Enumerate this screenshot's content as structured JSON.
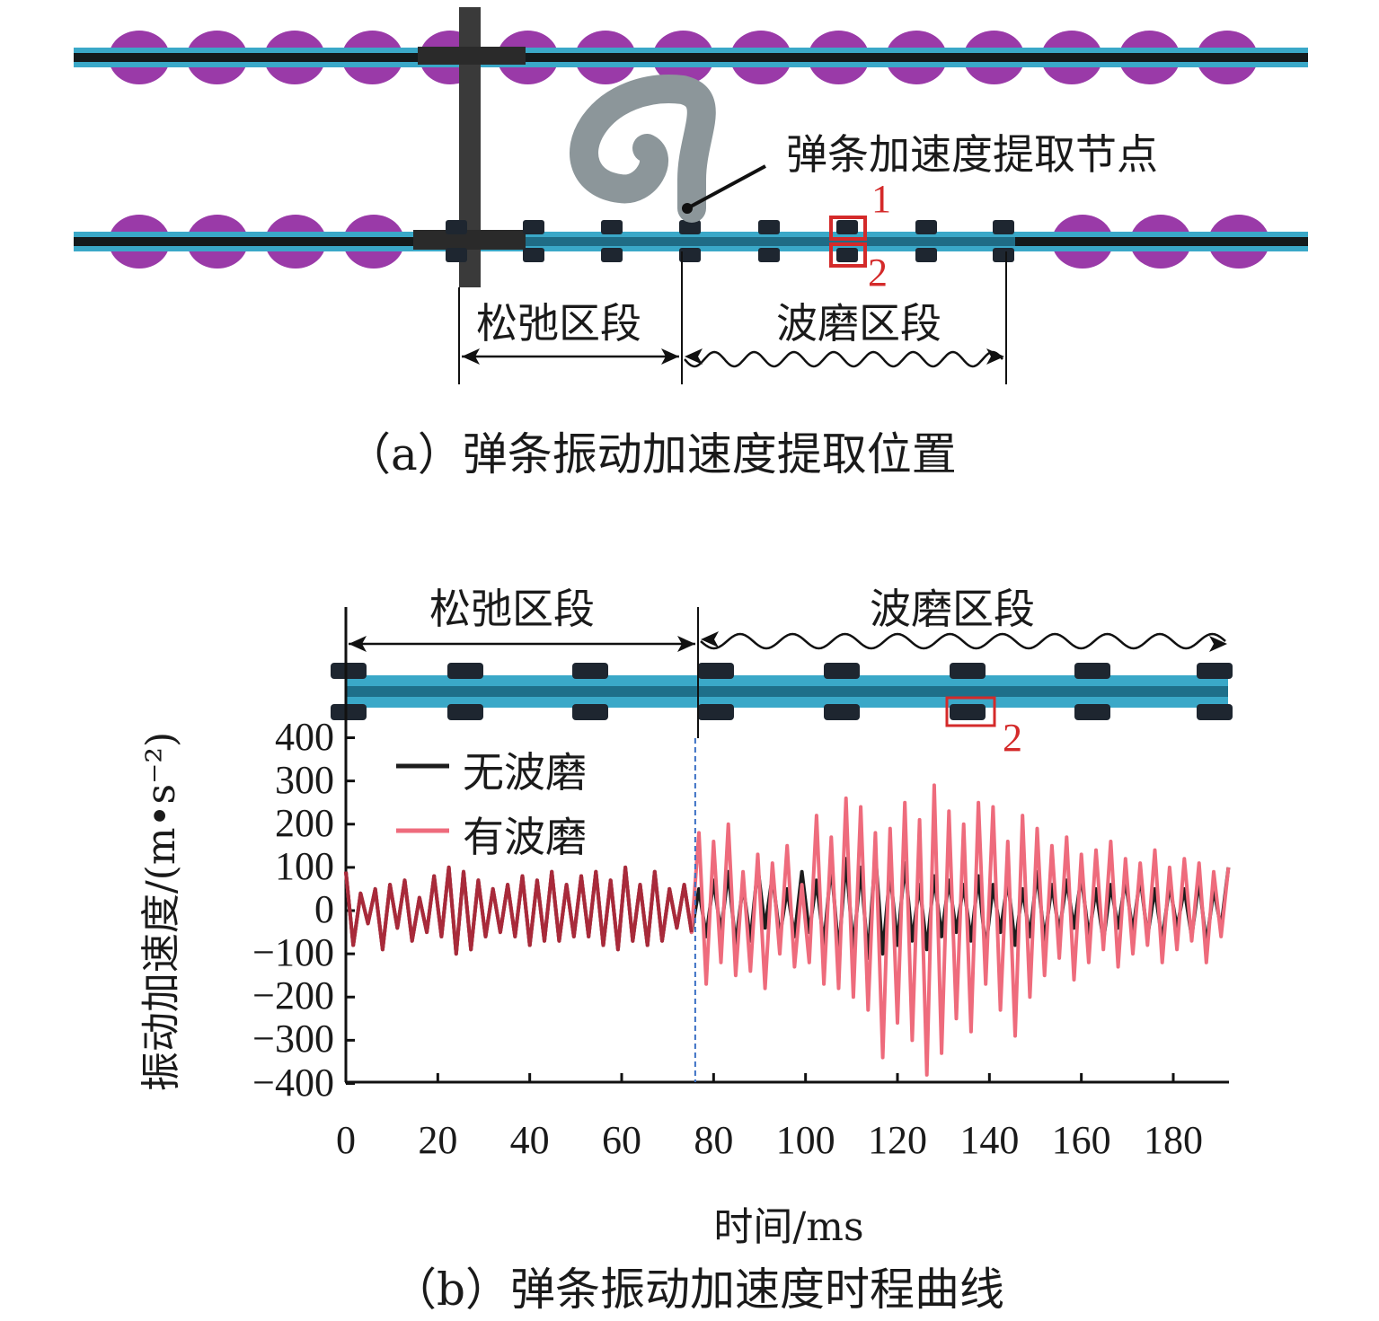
{
  "panel_a": {
    "node_label": "弹条加速度提取节点",
    "marker_1": "1",
    "marker_2": "2",
    "loose_section": "松弛区段",
    "corrugation_section": "波磨区段",
    "caption": "（a）弹条振动加速度提取位置"
  },
  "panel_b": {
    "loose_section": "松弛区段",
    "corrugation_section": "波磨区段",
    "marker_2": "2",
    "caption": "（b）弹条振动加速度时程曲线"
  },
  "colors": {
    "no_wear": "#1c1c1c",
    "with_wear": "#ee6b7c",
    "overlap": "#a82a3a",
    "divider": "#3a6fc4",
    "marker": "#d42a2a",
    "rail": "#3aa8c8",
    "sleeper": "#9a3aa8"
  },
  "chart_data": {
    "type": "line",
    "title": "",
    "xlabel": "时间/ms",
    "ylabel": "振动加速度/(m•s⁻²)",
    "xlim": [
      0,
      192
    ],
    "ylim": [
      -400,
      400
    ],
    "x_ticks": [
      "0",
      "20",
      "40",
      "60",
      "80",
      "100",
      "120",
      "140",
      "160",
      "180"
    ],
    "y_ticks": [
      "400",
      "300",
      "200",
      "100",
      "0",
      "−100",
      "−200",
      "−300",
      "−400"
    ],
    "x_start": 0,
    "x_step": 1.6,
    "divider_x": 76,
    "legend_position": "top-left",
    "series": [
      {
        "name": "无波磨",
        "values": [
          90,
          -80,
          40,
          -30,
          50,
          -90,
          60,
          -40,
          70,
          -70,
          30,
          -50,
          80,
          -60,
          100,
          -100,
          90,
          -90,
          70,
          -60,
          50,
          -50,
          60,
          -60,
          80,
          -80,
          70,
          -70,
          90,
          -70,
          60,
          -60,
          80,
          -60,
          90,
          -80,
          70,
          -90,
          100,
          -70,
          60,
          -80,
          90,
          -70,
          50,
          -40,
          60,
          -50,
          50,
          -60,
          70,
          -50,
          90,
          -80,
          60,
          -70,
          100,
          -40,
          80,
          -60,
          50,
          -60,
          90,
          -50,
          70,
          -80,
          110,
          -100,
          120,
          -90,
          100,
          -110,
          130,
          -100,
          90,
          -80,
          110,
          -70,
          60,
          -90,
          80,
          -60,
          70,
          -50,
          60,
          -70,
          80,
          -90,
          60,
          -50,
          70,
          -80,
          50,
          -60,
          90,
          -70,
          60,
          -50,
          70,
          -40,
          80,
          -60,
          50,
          -70,
          60,
          -40,
          70,
          -50,
          80,
          -60,
          50,
          -70,
          60,
          -40,
          50,
          -60,
          70,
          -80,
          50,
          -40,
          100
        ]
      },
      {
        "name": "有波磨",
        "values": [
          90,
          -80,
          40,
          -30,
          50,
          -90,
          60,
          -40,
          70,
          -70,
          30,
          -50,
          80,
          -60,
          100,
          -100,
          90,
          -90,
          70,
          -60,
          50,
          -50,
          60,
          -60,
          80,
          -80,
          70,
          -70,
          90,
          -70,
          60,
          -60,
          80,
          -60,
          90,
          -80,
          70,
          -90,
          100,
          -70,
          60,
          -80,
          90,
          -70,
          50,
          -40,
          60,
          -50,
          180,
          -170,
          160,
          -120,
          200,
          -150,
          90,
          -140,
          130,
          -180,
          110,
          -100,
          150,
          -130,
          60,
          -120,
          220,
          -170,
          170,
          -180,
          260,
          -200,
          240,
          -230,
          180,
          -340,
          190,
          -260,
          250,
          -300,
          210,
          -380,
          290,
          -330,
          230,
          -250,
          200,
          -280,
          250,
          -170,
          240,
          -230,
          160,
          -290,
          220,
          -200,
          190,
          -150,
          150,
          -110,
          170,
          -160,
          130,
          -120,
          140,
          -90,
          160,
          -130,
          120,
          -100,
          110,
          -80,
          140,
          -120,
          100,
          -90,
          120,
          -70,
          110,
          -120,
          90,
          -60,
          100
        ]
      }
    ]
  }
}
